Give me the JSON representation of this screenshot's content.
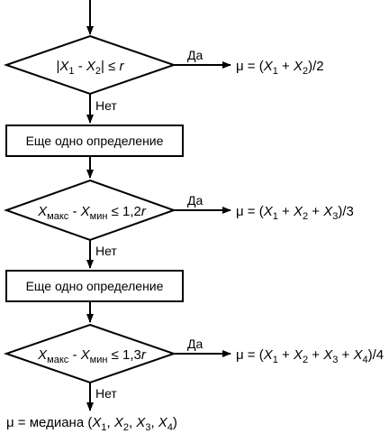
{
  "yes_label": "Да",
  "no_label": "Нет",
  "boxes": [
    "Еще одно определение",
    "Еще одно определение"
  ],
  "conditions": [
    "|X1 - X2| ≤ r",
    "Xмакс - Xмин ≤ 1,2r",
    "Xмакс - Xмин ≤ 1,3r"
  ],
  "results": [
    "μ = (X1 + X2)/2",
    "μ = (X1 + X2 + X3)/3",
    "μ = (X1 + X2 + X3 + X4)/4",
    "μ = медиана (X1, X2, X3, X4)"
  ],
  "colors": {
    "stroke": "#000000",
    "fill": "#ffffff"
  }
}
